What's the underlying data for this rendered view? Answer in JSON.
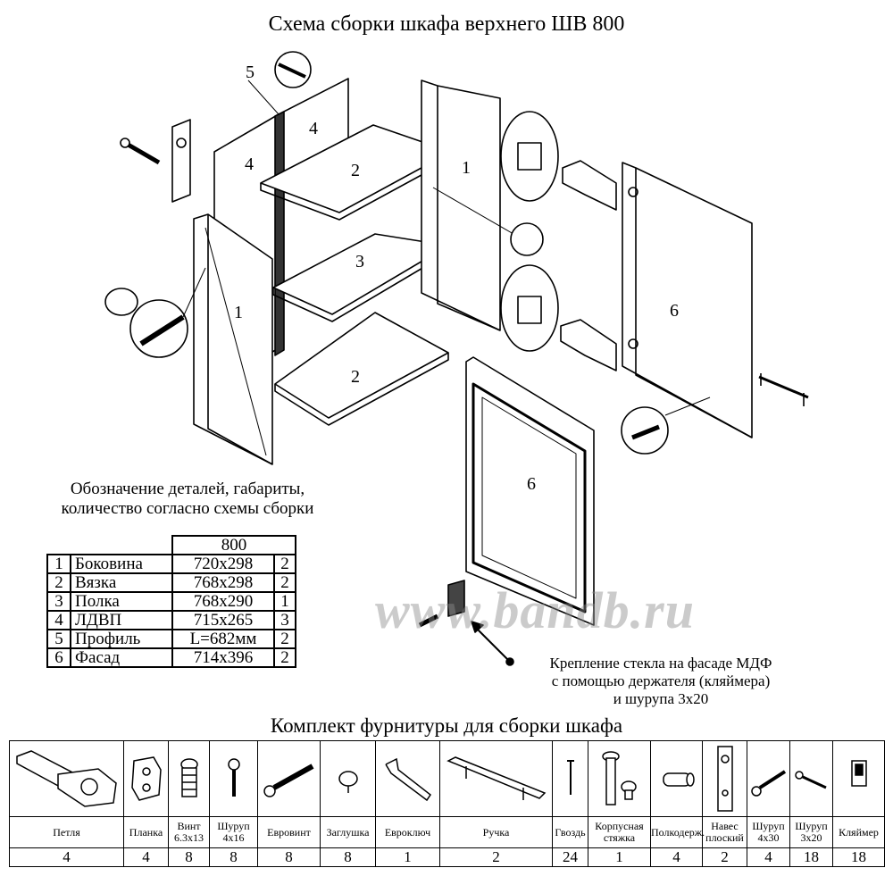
{
  "title": "Схема сборки шкафа верхнего ШВ 800",
  "diagram_labels": {
    "side_left": "1",
    "side_right": "1",
    "top_tie": "2",
    "bottom_tie": "2",
    "shelf": "3",
    "back_left": "4",
    "back_right": "4",
    "profile": "5",
    "door_right": "6",
    "door_glass": "6"
  },
  "legend_caption": [
    "Обозначение деталей, габариты,",
    "количество согласно схемы сборки"
  ],
  "parts_table": {
    "column_header": "800",
    "rows": [
      {
        "num": "1",
        "name": "Боковина",
        "size": "720x298",
        "qty": "2"
      },
      {
        "num": "2",
        "name": "Вязка",
        "size": "768x298",
        "qty": "2"
      },
      {
        "num": "3",
        "name": "Полка",
        "size": "768x290",
        "qty": "1"
      },
      {
        "num": "4",
        "name": "ЛДВП",
        "size": "715x265",
        "qty": "3"
      },
      {
        "num": "5",
        "name": "Профиль",
        "size": "L=682мм",
        "qty": "2"
      },
      {
        "num": "6",
        "name": "Фасад",
        "size": "714x396",
        "qty": "2"
      }
    ]
  },
  "note": [
    "Крепление стекла на фасаде МДФ",
    "с помощью держателя (кляймера)",
    "и шурупа 3x20"
  ],
  "watermark": "www.bandb.ru",
  "kit_title": "Комплект фурнитуры для сборки шкафа",
  "kit": [
    {
      "name": "Петля",
      "count": "4",
      "icon": "hinge-icon"
    },
    {
      "name": "Планка",
      "count": "4",
      "icon": "mounting-plate-icon"
    },
    {
      "name": "Винт 6.3x13",
      "count": "8",
      "icon": "euro-screw-insert-icon"
    },
    {
      "name": "Шуруп 4x16",
      "count": "8",
      "icon": "screw-icon"
    },
    {
      "name": "Евровинт",
      "count": "8",
      "icon": "confirmat-screw-icon"
    },
    {
      "name": "Заглушка",
      "count": "8",
      "icon": "cap-icon"
    },
    {
      "name": "Евроключ",
      "count": "1",
      "icon": "hex-key-icon"
    },
    {
      "name": "Ручка",
      "count": "2",
      "icon": "handle-icon"
    },
    {
      "name": "Гвоздь",
      "count": "24",
      "icon": "nail-icon"
    },
    {
      "name": "Корпусная стяжка",
      "count": "1",
      "icon": "body-tie-icon"
    },
    {
      "name": "Полкодерж.",
      "count": "4",
      "icon": "shelf-support-icon"
    },
    {
      "name": "Навес плоский",
      "count": "2",
      "icon": "flat-hanger-icon"
    },
    {
      "name": "Шуруп 4x30",
      "count": "4",
      "icon": "long-screw-icon"
    },
    {
      "name": "Шуруп 3x20",
      "count": "18",
      "icon": "small-screw-icon"
    },
    {
      "name": "Кляймер",
      "count": "18",
      "icon": "glass-clip-icon"
    }
  ]
}
